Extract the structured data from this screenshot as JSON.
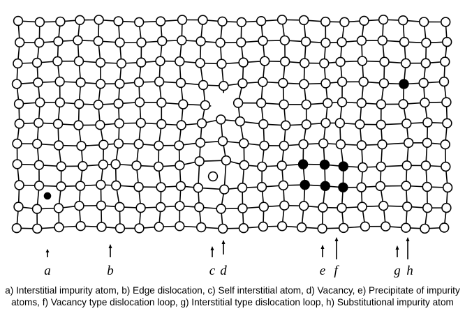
{
  "colors": {
    "line": "#000000",
    "atom_fill": "#ffffff",
    "impurity_fill": "#000000"
  },
  "defects": [
    {
      "letter": "a",
      "name": "Interstitial impurity atom"
    },
    {
      "letter": "b",
      "name": "Edge dislocation"
    },
    {
      "letter": "c",
      "name": "Self interstitial atom"
    },
    {
      "letter": "d",
      "name": "Vacancy"
    },
    {
      "letter": "e",
      "name": "Precipitate of impurity atoms"
    },
    {
      "letter": "f",
      "name": "Vacancy type dislocation loop"
    },
    {
      "letter": "g",
      "name": "Interstitial type dislocation loop"
    },
    {
      "letter": "h",
      "name": "Substitutional impurity atom"
    }
  ],
  "caption": "a) Interstitial impurity atom, b) Edge dislocation, c) Self interstitial atom, d) Vacancy, e) Precipitate of impurity atoms, f) Vacancy type dislocation loop, g) Interstitial type dislocation loop, h) Substitutional impurity atom"
}
